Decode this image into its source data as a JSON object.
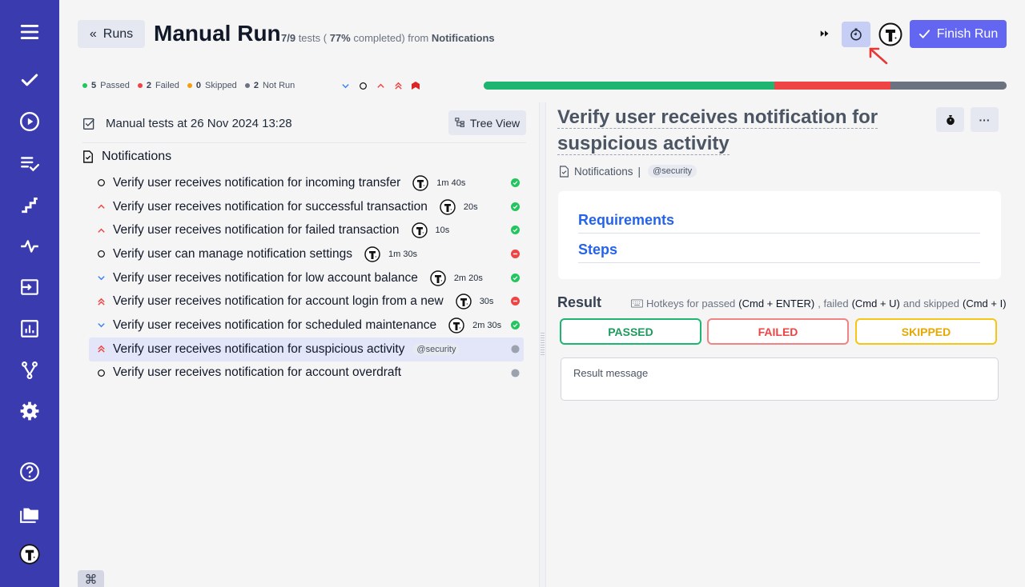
{
  "header": {
    "runs_button": "Runs",
    "title": "Manual Run",
    "summary_count": "7/9",
    "summary_tests": " tests ( ",
    "summary_pct": "77%",
    "summary_completed": " completed) from ",
    "summary_suite": "Notifications",
    "finish_button": "Finish Run"
  },
  "stats": [
    {
      "count": "5",
      "label": "Passed",
      "color": "#22c55e"
    },
    {
      "count": "2",
      "label": "Failed",
      "color": "#ef4444"
    },
    {
      "count": "0",
      "label": "Skipped",
      "color": "#f59e0b"
    },
    {
      "count": "2",
      "label": "Not Run",
      "color": "#6b7280"
    }
  ],
  "progress": {
    "passed": 5,
    "failed": 2,
    "skipped": 0,
    "not_run": 2,
    "colors": {
      "passed": "#1db56f",
      "failed": "#ef4444",
      "not_run": "#6b7280"
    }
  },
  "suite": {
    "title": "Manual tests at 26 Nov 2024 13:28",
    "tree_view_button": "Tree View",
    "group": "Notifications"
  },
  "tests": [
    {
      "title": "Verify user receives notification for incoming transfer",
      "priority": "normal",
      "duration": "1m 40s",
      "status": "passed"
    },
    {
      "title": "Verify user receives notification for successful transaction",
      "priority": "high",
      "duration": "20s",
      "status": "passed"
    },
    {
      "title": "Verify user receives notification for failed transaction",
      "priority": "high",
      "duration": "10s",
      "status": "passed"
    },
    {
      "title": "Verify user can manage notification settings",
      "priority": "normal",
      "duration": "1m 30s",
      "status": "failed"
    },
    {
      "title": "Verify user receives notification for low account balance",
      "priority": "low",
      "duration": "2m 20s",
      "status": "passed"
    },
    {
      "title": "Verify user receives notification for account login from a new",
      "priority": "critical",
      "duration": "30s",
      "status": "failed"
    },
    {
      "title": "Verify user receives notification for scheduled maintenance",
      "priority": "low",
      "duration": "2m 30s",
      "status": "passed"
    },
    {
      "title": "Verify user receives notification for suspicious activity",
      "priority": "critical",
      "tag": "@security",
      "status": "pending",
      "active": true
    },
    {
      "title": "Verify user receives notification for account overdraft",
      "priority": "normal",
      "status": "pending"
    }
  ],
  "detail": {
    "title": "Verify user receives notification for suspicious activity",
    "suite": "Notifications",
    "separator": "|",
    "tag": "@security",
    "requirements": "Requirements",
    "steps": "Steps",
    "result_label": "Result",
    "hotkeys": {
      "prefix": "Hotkeys for passed",
      "passed_key": "(Cmd + ENTER)",
      "failed_text": ", failed",
      "failed_key": "(Cmd + U)",
      "skipped_text": "and skipped",
      "skipped_key": "(Cmd + I)"
    },
    "buttons": {
      "passed": "PASSED",
      "failed": "FAILED",
      "skipped": "SKIPPED"
    },
    "result_placeholder": "Result message"
  },
  "cmd_key": "⌘",
  "colors": {
    "sidebar": "#3b3bb0",
    "accent": "#6366f1",
    "passed": "#1db56f",
    "failed": "#ef4444",
    "skipped": "#f5b800"
  }
}
